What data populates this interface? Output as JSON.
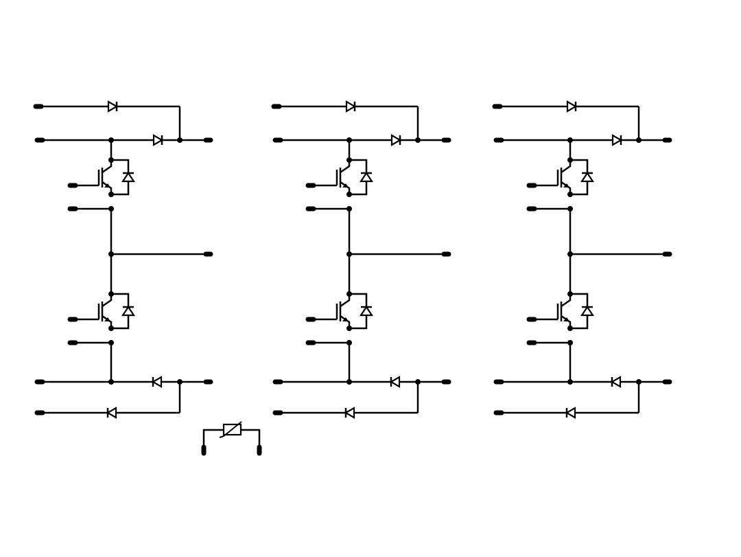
{
  "diagram": {
    "type": "circuit-schematic",
    "description_visible_text": [],
    "modules": [
      {
        "id": "phase-1",
        "components": [
          "upper-igbt",
          "upper-antiparallel-diode",
          "lower-igbt",
          "lower-antiparallel-diode",
          "upper-clamp-diode-1",
          "upper-clamp-diode-2",
          "lower-clamp-diode-1",
          "lower-clamp-diode-2"
        ]
      },
      {
        "id": "phase-2",
        "components": [
          "upper-igbt",
          "upper-antiparallel-diode",
          "lower-igbt",
          "lower-antiparallel-diode",
          "upper-clamp-diode-1",
          "upper-clamp-diode-2",
          "lower-clamp-diode-1",
          "lower-clamp-diode-2"
        ]
      },
      {
        "id": "phase-3",
        "components": [
          "upper-igbt",
          "upper-antiparallel-diode",
          "lower-igbt",
          "lower-antiparallel-diode",
          "upper-clamp-diode-1",
          "upper-clamp-diode-2",
          "lower-clamp-diode-1",
          "lower-clamp-diode-2"
        ]
      }
    ],
    "extra_components": [
      "ntc-thermistor"
    ],
    "colors": {
      "line": "#000000",
      "background": "#ffffff"
    }
  }
}
